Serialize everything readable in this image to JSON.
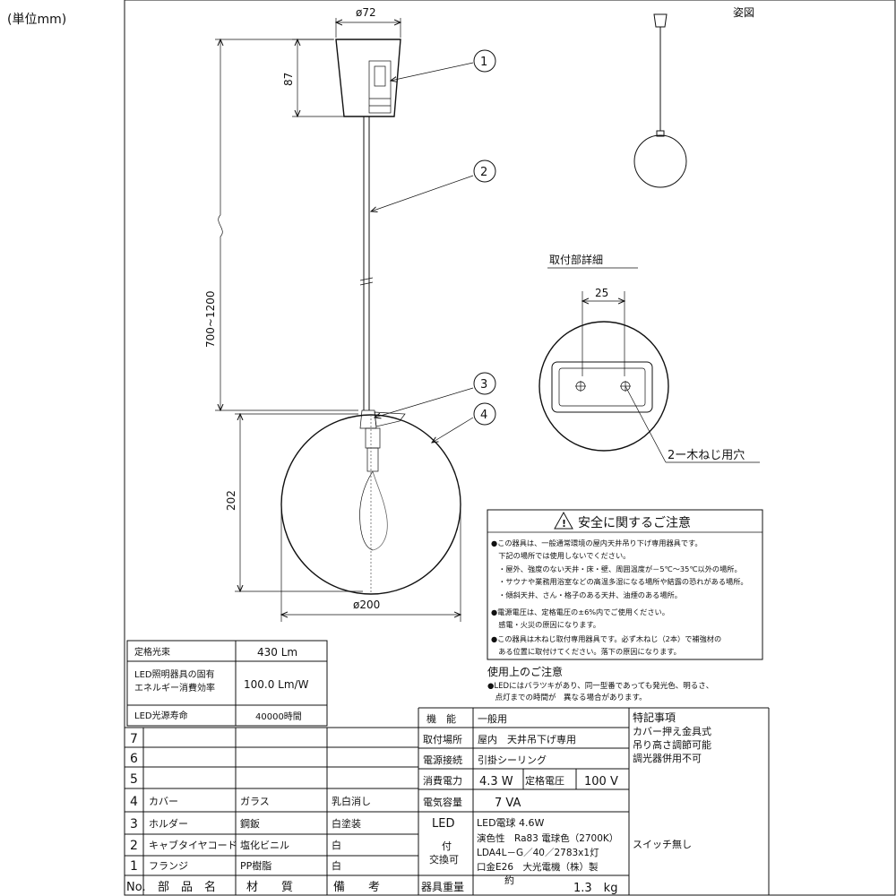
{
  "unit_label": "(単位mm)",
  "view_label": "姿図",
  "dimensions": {
    "base_width": "ø72",
    "base_height": "87",
    "cord_length": "700~1200",
    "globe_height": "202",
    "globe_width": "ø200",
    "mount_spacing": "25"
  },
  "callouts": [
    "1",
    "2",
    "3",
    "4"
  ],
  "mount_detail": {
    "title": "取付部詳細",
    "screw_holes": "2ー木ねじ用穴"
  },
  "safety": {
    "title": "安全に関するご注意",
    "lines": [
      "●この器具は、一般通常環境の屋内天井吊り下げ専用器具です。",
      "　下記の場所では使用しないでください。",
      "　・屋外、強度のない天井・床・壁、周囲温度が－5℃～35℃以外の場所。",
      "　・サウナや業務用浴室などの高温多湿になる場所や結露の恐れがある場所。",
      "　・傾斜天井、さん・格子のある天井、油煙のある場所。",
      "●電源電圧は、定格電圧の±6%内でご使用ください。",
      "　感電・火災の原因になります。",
      "●この器具は木ねじ取付専用器具です。必ず木ねじ（2本）で補強材の",
      "　ある位置に取付けてください。落下の原因になります。"
    ]
  },
  "usage": {
    "title": "使用上のご注意",
    "lines": [
      "●LEDにはバラツキがあり、同一型番であっても発光色、明るさ、",
      "　点灯までの時間が　異なる場合があります。"
    ]
  },
  "perf_table": [
    {
      "label": "定格光束",
      "value": "430 Lm"
    },
    {
      "label": "LED照明器具の固有",
      "label2": "エネルギー消費効率",
      "value": "100.0 Lm/W"
    },
    {
      "label": "LED光源寿命",
      "value": "40000時間"
    }
  ],
  "parts_table": {
    "rows": [
      {
        "no": "7",
        "name": "",
        "material": "",
        "note": ""
      },
      {
        "no": "6",
        "name": "",
        "material": "",
        "note": ""
      },
      {
        "no": "5",
        "name": "",
        "material": "",
        "note": ""
      },
      {
        "no": "4",
        "name": "カバー",
        "material": "ガラス",
        "note": "乳白消し"
      },
      {
        "no": "3",
        "name": "ホルダー",
        "material": "鋼鈑",
        "note": "白塗装"
      },
      {
        "no": "2",
        "name": "キャブタイヤコード",
        "material": "塩化ビニル",
        "note": "白"
      },
      {
        "no": "1",
        "name": "フランジ",
        "material": "PP樹脂",
        "note": "白"
      }
    ],
    "header": {
      "no": "No.",
      "name": "部　品　名",
      "material": "材　　質",
      "note": "備　　考"
    }
  },
  "spec_table": {
    "function_label": "機　能",
    "function_value": "一般用",
    "location_label": "取付場所",
    "location_value": "屋内　天井吊下げ専用",
    "connection_label": "電源接続",
    "connection_value": "引掛シーリング",
    "power_label": "消費電力",
    "power_value": "4.3 W",
    "voltage_label": "定格電圧",
    "voltage_value": "100 V",
    "capacity_label": "電気容量",
    "capacity_value": "7 VA",
    "led_label1": "LED",
    "led_label2": "付",
    "led_label3": "交換可",
    "led_lines": [
      "LED電球 4.6W",
      "演色性　Ra83 電球色（2700K）",
      "LDA4L－G／40／2783x1灯",
      "口金E26　大光電機（株）製"
    ],
    "weight_label": "器具重量",
    "weight_approx": "約",
    "weight_value": "1.3　kg"
  },
  "notes": {
    "title": "特記事項",
    "lines": [
      "カバー押え金具式",
      "吊り高さ調節可能",
      "調光器併用不可"
    ],
    "switch": "スイッチ無し"
  }
}
